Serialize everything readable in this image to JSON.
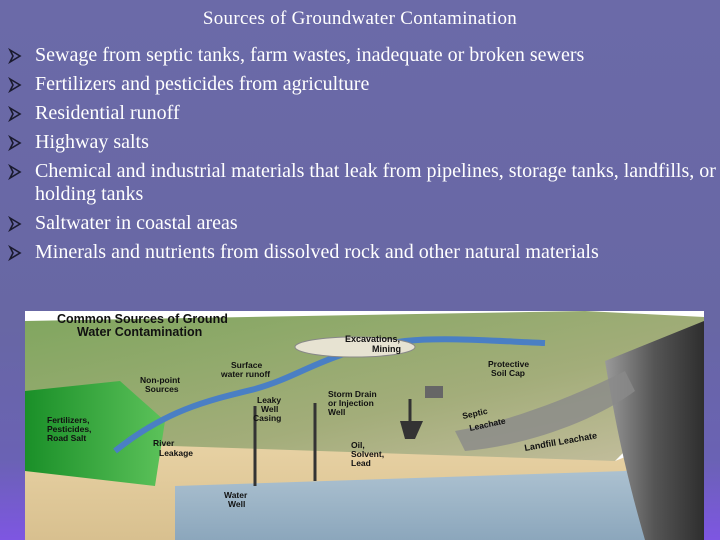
{
  "slide": {
    "title": "Sources of Groundwater Contamination",
    "bullet_icon": "arrow-bullet-icon",
    "bullets": [
      "Sewage from septic tanks, farm wastes, inadequate or broken sewers",
      "Fertilizers and pesticides from agriculture",
      "Residential runoff",
      "Highway salts",
      "Chemical and industrial materials that leak from pipelines, storage tanks, landfills, or holding tanks",
      "Saltwater in coastal areas",
      "Minerals and nutrients from dissolved rock and other natural materials"
    ]
  },
  "diagram": {
    "title_line1": "Common Sources of Ground",
    "title_line2": "Water Contamination",
    "labels": {
      "excavations_1": "Excavations,",
      "excavations_2": "Mining",
      "surface_runoff_1": "Surface",
      "surface_runoff_2": "water runoff",
      "protective_cap_1": "Protective",
      "protective_cap_2": "Soil Cap",
      "nonpoint_1": "Non-point",
      "nonpoint_2": "Sources",
      "leaky_well_1": "Leaky",
      "leaky_well_2": "Well",
      "leaky_well_3": "Casing",
      "storm_drain_1": "Storm Drain",
      "storm_drain_2": "or Injection",
      "storm_drain_3": "Well",
      "septic_1": "Septic",
      "septic_2": "Leachate",
      "fertilizers_1": "Fertilizers,",
      "fertilizers_2": "Pesticides,",
      "fertilizers_3": "Road Salt",
      "river_1": "River",
      "river_2": "Leakage",
      "oil_1": "Oil,",
      "oil_2": "Solvent,",
      "oil_3": "Lead",
      "landfill": "Landfill Leachate",
      "water_well_1": "Water",
      "water_well_2": "Well"
    }
  }
}
